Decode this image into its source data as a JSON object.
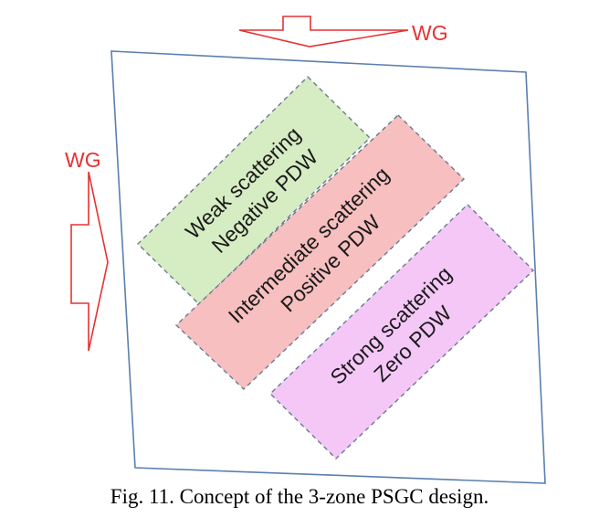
{
  "labels": {
    "wg_top": "WG",
    "wg_left": "WG"
  },
  "zones": [
    {
      "name": "weak",
      "line1": "Weak scattering",
      "line2": "Negative PDW"
    },
    {
      "name": "intermediate",
      "line1": "Intermediate scattering",
      "line2": "Positive PDW"
    },
    {
      "name": "strong",
      "line1": "Strong scattering",
      "line2": "Zero PDW"
    }
  ],
  "caption": "Fig. 11. Concept of the 3-zone PSGC design.",
  "colors": {
    "frame": "#5b7fae",
    "arrow": "#e43333",
    "weak_fill": "#d6ecc3",
    "intermediate_fill": "#f7bfbf",
    "strong_fill": "#f4c7f7",
    "zone_border": "#6b7a90"
  }
}
